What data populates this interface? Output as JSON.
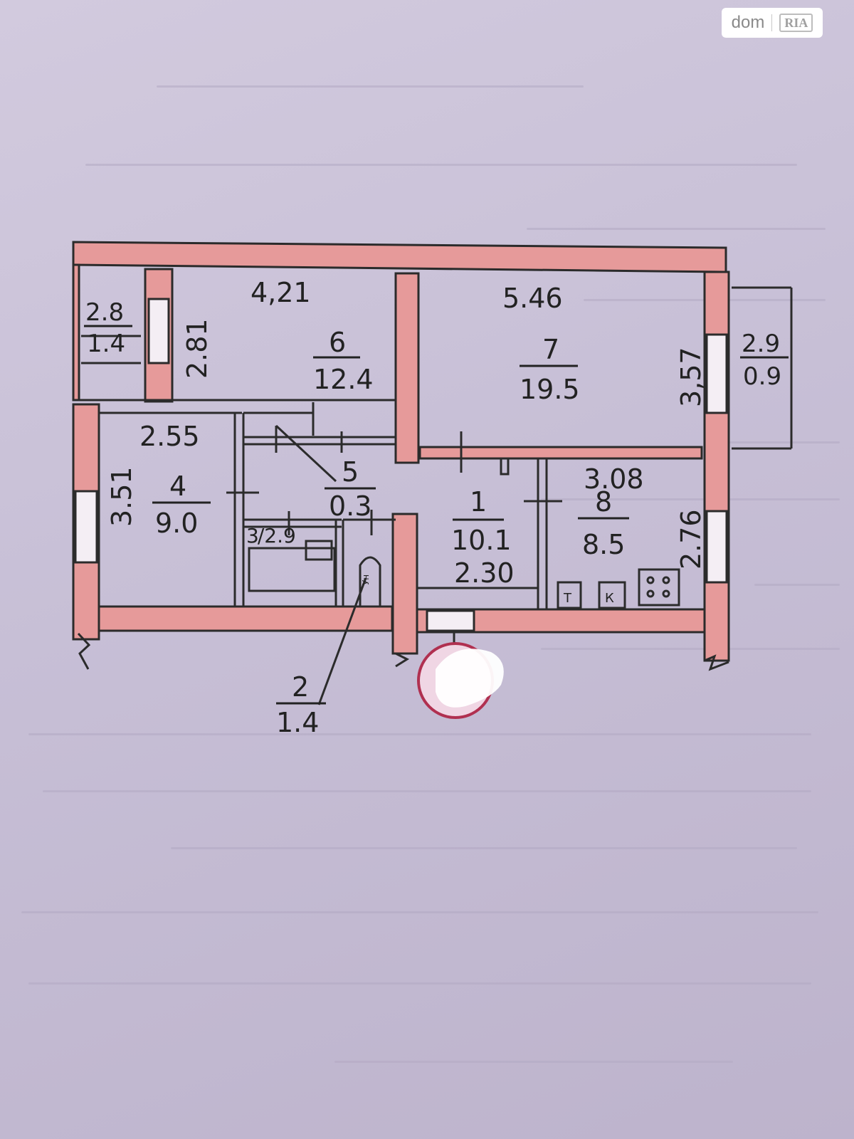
{
  "watermark": {
    "brand": "dom",
    "badge": "RIA"
  },
  "colors": {
    "paper": "#cbc3d8",
    "wall": "#e69a9a",
    "ink": "#222222",
    "stamp": "#b03050"
  },
  "rooms": [
    {
      "id": "6",
      "area": "12.4",
      "dimensions": [
        "4,21",
        "2.81"
      ]
    },
    {
      "id": "7",
      "area": "19.5",
      "dimensions": [
        "5.46",
        "3,57"
      ]
    },
    {
      "id": "4",
      "area": "9.0",
      "dimensions": [
        "2.55",
        "3.51"
      ]
    },
    {
      "id": "5",
      "area": "0.3"
    },
    {
      "id": "1",
      "area": "10.1",
      "dimensions": [
        "2.30"
      ]
    },
    {
      "id": "8",
      "area": "8.5",
      "dimensions": [
        "3.08",
        "2.76"
      ]
    },
    {
      "id": "2",
      "area": "1.4"
    },
    {
      "id": "3",
      "area": "2.9"
    }
  ],
  "balconies": [
    {
      "length": "2.8",
      "width": "1.4"
    },
    {
      "length": "2.9",
      "width": "0.9"
    }
  ],
  "fixtures": {
    "toilet_label": "Ун",
    "sink_label": "Т",
    "stove_label": "К"
  }
}
